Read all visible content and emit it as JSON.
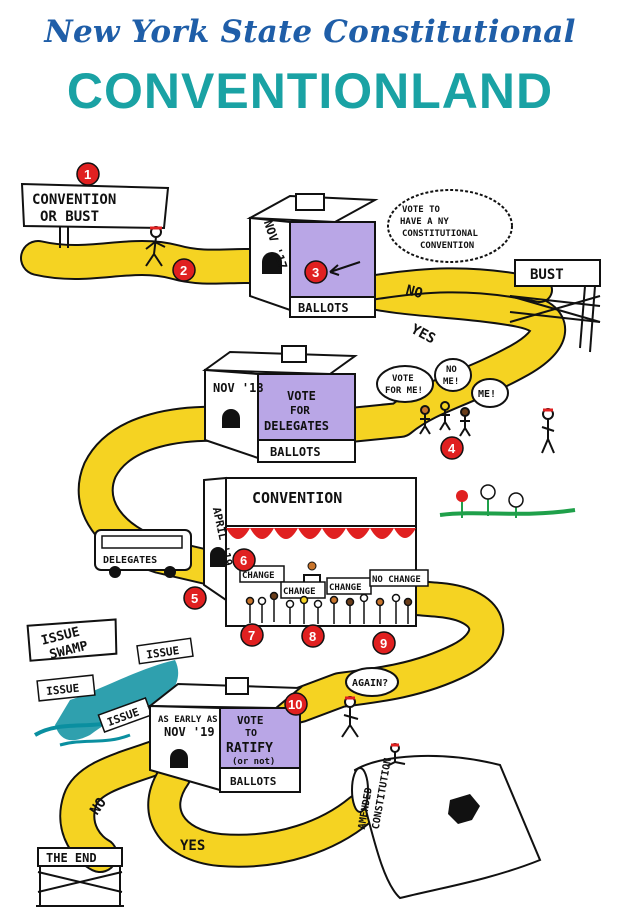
{
  "header": {
    "subtitle": "New York State Constitutional",
    "title": "CONVENTIONLAND"
  },
  "signs": {
    "start": [
      "CONVENTION",
      "OR BUST"
    ],
    "bust": "BUST",
    "end": "THE END",
    "issue_swamp": [
      "ISSUE",
      "SWAMP"
    ],
    "issue": "ISSUE"
  },
  "boxes": {
    "box1": {
      "date": "NOV '17",
      "label": "BALLOTS"
    },
    "box2": {
      "date": "NOV '18",
      "label_lines": [
        "VOTE",
        "FOR",
        "DELEGATES"
      ],
      "base": "BALLOTS"
    },
    "box4": {
      "date_lines": [
        "AS EARLY AS",
        "NOV '19"
      ],
      "label_lines": [
        "VOTE",
        "TO",
        "RATIFY",
        "(or not)"
      ],
      "base": "BALLOTS"
    }
  },
  "convention": {
    "title": "CONVENTION",
    "date": "APRIL '19",
    "signs": [
      "CHANGE",
      "CHANGE",
      "CHANGE",
      "NO CHANGE"
    ]
  },
  "paths": {
    "no_top": "NO",
    "yes_top": "YES",
    "no_bottom": "NO",
    "yes_bottom": "YES"
  },
  "bubbles": {
    "vote_to": [
      "VOTE TO",
      "HAVE A NY",
      "CONSTITUTIONAL",
      "CONVENTION"
    ],
    "vote_for_me": [
      "VOTE",
      "FOR ME!"
    ],
    "no_me": [
      "NO",
      "ME!"
    ],
    "me": "ME!",
    "again": "AGAIN?"
  },
  "bus": {
    "label": "DELEGATES"
  },
  "scroll": {
    "label_lines": [
      "AMENDED",
      "CONSTITUTION"
    ]
  },
  "steps": [
    "1",
    "2",
    "3",
    "4",
    "5",
    "6",
    "7",
    "8",
    "9",
    "10"
  ],
  "colors": {
    "road": "#f5d322",
    "ballot_box": "#b9a6e6",
    "badge": "#e02020",
    "title_blue": "#1f5ea8",
    "title_teal": "#1aa2a4",
    "swamp": "#0a8fa0",
    "curtain": "#e02020",
    "grass": "#1fa04a"
  }
}
